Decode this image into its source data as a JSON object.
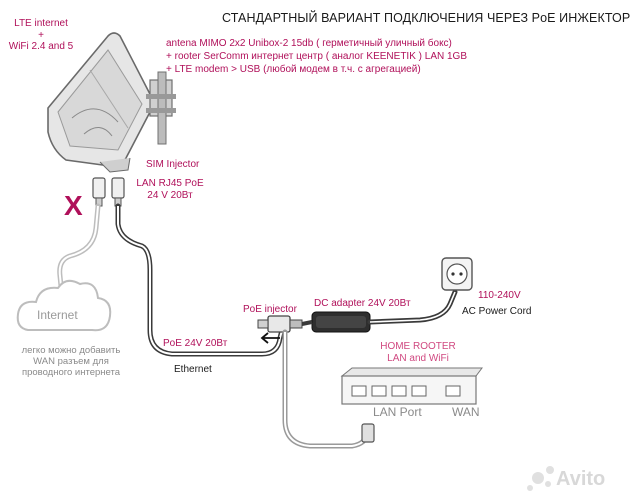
{
  "title": "СТАНДАРТНЫЙ ВАРИАНТ ПОДКЛЮЧЕНИЯ ЧЕРЕЗ PoE ИНЖЕКТОР",
  "antenna_specs": [
    "antena MIMO 2x2 Unibox-2  15db ( герметичный уличный бокс)",
    "+ rooter SerComm  интернет центр ( аналог KEENETIK ) LAN 1GB",
    "+ LTE modem > USB  (любой модем в т.ч. с агрегацией)"
  ],
  "lte_wifi_label": [
    "LTE internet",
    "+",
    "WiFi 2.4 and 5"
  ],
  "sim_injector": "SIM Injector",
  "lan_poe": [
    "LAN RJ45 PoE",
    "24 V 20Вт"
  ],
  "blocked_mark": "X",
  "internet_cloud": "Internet",
  "wan_note": [
    "легко можно добавить",
    "WAN разъем для",
    "проводного интернета"
  ],
  "poe_cable": "PoE 24V 20Вт",
  "ethernet": "Ethernet",
  "poe_injector": "PoE injector",
  "dc_adapter": "DC adapter 24V 20Вт",
  "voltage": "110-240V",
  "ac_cord": "AC Power Cord",
  "home_router": [
    "HOME ROOTER",
    "LAN and WiFi"
  ],
  "lan_port": "LAN Port",
  "wan_port": "WAN",
  "watermark": "Avito",
  "colors": {
    "accent": "#b0105a",
    "text": "#1a1a1a",
    "grey": "#8a8a8a"
  }
}
